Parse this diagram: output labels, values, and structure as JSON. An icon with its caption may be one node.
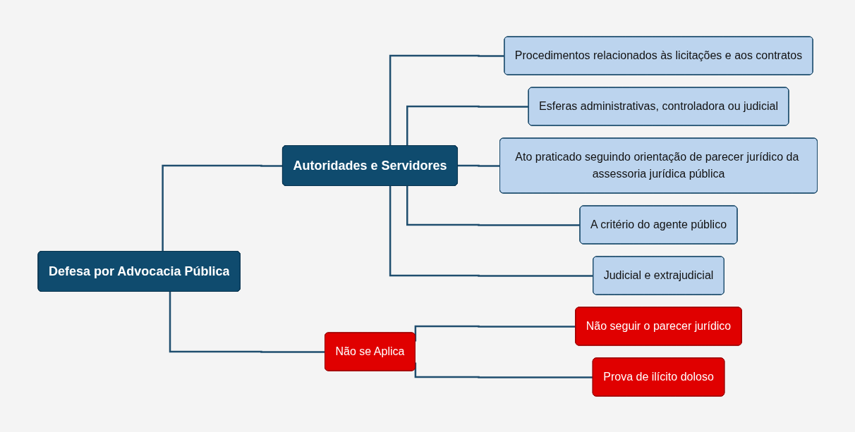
{
  "diagram": {
    "nodes": [
      {
        "text": [
          "Defesa por Advocacia Pública"
        ]
      },
      {
        "text": [
          "Autoridades e Servidores"
        ]
      },
      {
        "text": [
          "Procedimentos relacionados às licitações e aos contratos"
        ]
      },
      {
        "text": [
          "Esferas administrativas, controladora ou judicial"
        ]
      },
      {
        "text": [
          "Ato praticado seguindo orientação de parecer jurídico da assessoria jurídica pública"
        ]
      },
      {
        "text": [
          "A critério do agente público"
        ]
      },
      {
        "text": [
          "Judicial e extrajudicial"
        ]
      },
      {
        "text": [
          "Não se Aplica"
        ]
      },
      {
        "text": [
          "Não seguir o parecer jurídico"
        ]
      },
      {
        "text": [
          "Prova de ilícito doloso"
        ]
      }
    ],
    "edges": [
      {
        "from": 0,
        "to": 1,
        "arrow": "none"
      },
      {
        "from": 0,
        "to": 7,
        "arrow": "none"
      },
      {
        "from": 1,
        "to": 2,
        "arrow": "none"
      },
      {
        "from": 1,
        "to": 3,
        "arrow": "none"
      },
      {
        "from": 1,
        "to": 4,
        "arrow": "none"
      },
      {
        "from": 1,
        "to": 5,
        "arrow": "none"
      },
      {
        "from": 1,
        "to": 6,
        "arrow": "none"
      },
      {
        "from": 7,
        "to": 8,
        "arrow": "none"
      },
      {
        "from": 7,
        "to": 9,
        "arrow": "none"
      }
    ]
  }
}
